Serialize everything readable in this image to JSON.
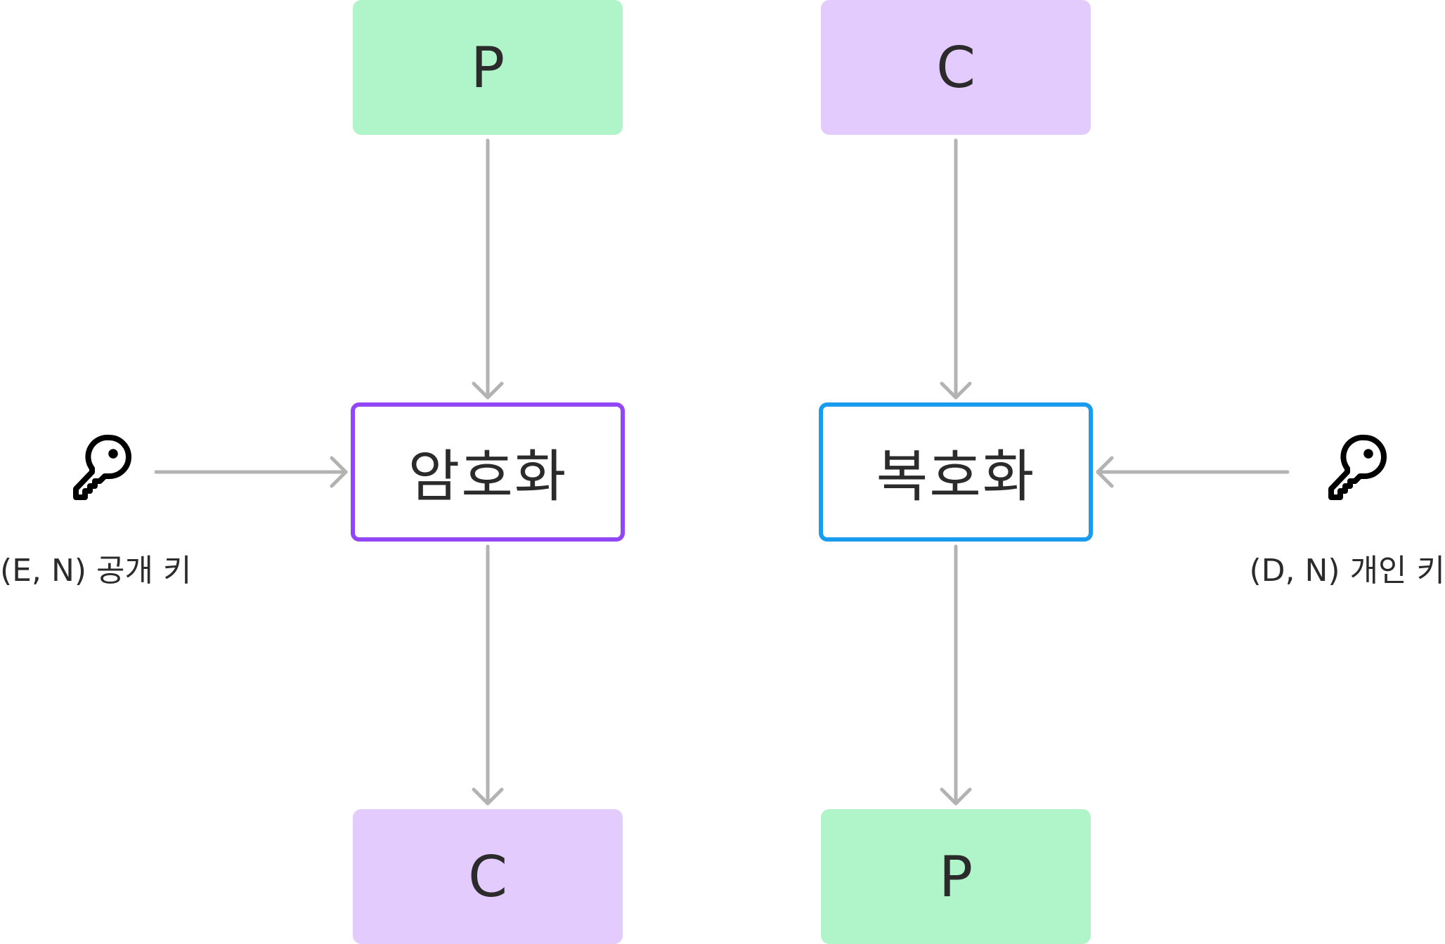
{
  "colors": {
    "plaintext_fill": "#b0f4c9",
    "ciphertext_fill": "#e3ccfd",
    "encrypt_border": "#9346f5",
    "decrypt_border": "#199bf0",
    "connector": "#b3b3b3",
    "text": "#2b2b2b"
  },
  "encryption": {
    "input_label": "P",
    "process_label": "암호화",
    "output_label": "C",
    "key_label": "(E, N) 공개 키",
    "key_icon": "key-icon"
  },
  "decryption": {
    "input_label": "C",
    "process_label": "복호화",
    "output_label": "P",
    "key_label": "(D, N) 개인 키",
    "key_icon": "key-icon"
  }
}
